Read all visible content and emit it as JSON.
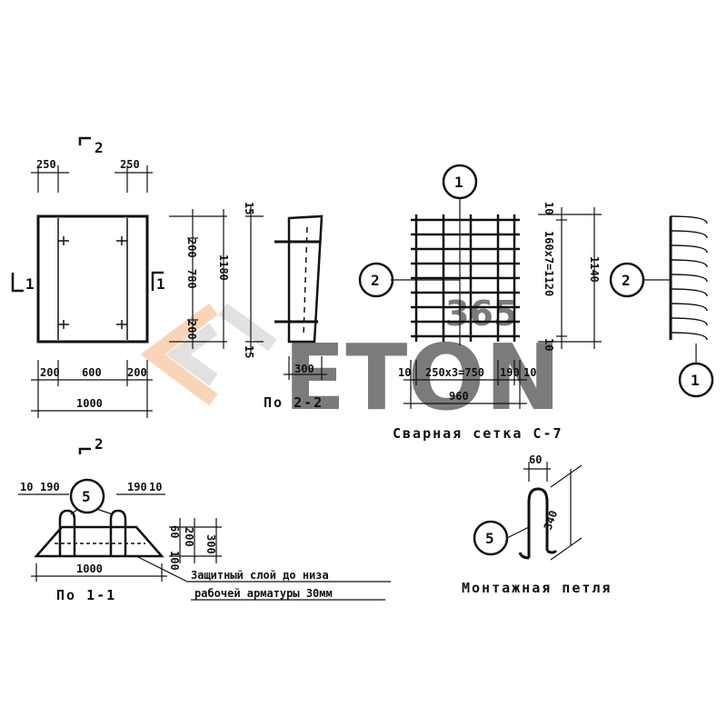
{
  "watermark": {
    "brand": "ETON",
    "code": "365",
    "colors": {
      "grey": "#c9c9c9",
      "orange": "#f6b27f"
    }
  },
  "plan": {
    "dims_top": [
      "250",
      "250"
    ],
    "dims_bottom": [
      "200",
      "600",
      "200"
    ],
    "dim_total": "1000",
    "section_mark_top": "2",
    "section_mark_bottom": "2",
    "section_mark_left": "1",
    "section_mark_right": "1",
    "dims_side": [
      "200",
      "780",
      "200"
    ],
    "dim_side_total": "1180",
    "dims_side_small": [
      "15",
      "15"
    ]
  },
  "section_2_2": {
    "dim_width": "300",
    "caption": "По 2-2"
  },
  "mesh": {
    "callout_bars_long": "1",
    "callout_bars_short": "2",
    "dims_bottom": [
      "10",
      "250x3=750",
      "190",
      "10"
    ],
    "dim_total": "960",
    "dims_side": [
      "10",
      "160x7=1120",
      "10"
    ],
    "dim_side_total": "1140",
    "caption": "Сварная сетка С-7"
  },
  "mesh_side": {
    "callout_top": "2",
    "callout_bottom": "1"
  },
  "section_1_1": {
    "callout_loop": "5",
    "dims_top_left": [
      "10",
      "190"
    ],
    "dims_top_right": [
      "190",
      "10"
    ],
    "dims_right": [
      "60",
      "200",
      "300"
    ],
    "dim_bottom_small": "100",
    "dim_total": "1000",
    "caption": "По 1-1",
    "note_line1": "Защитный слой до низа",
    "note_line2": "рабочей арматуры 30мм"
  },
  "loop": {
    "callout": "5",
    "dim_width": "60",
    "dim_height": "340",
    "caption": "Монтажная петля"
  }
}
